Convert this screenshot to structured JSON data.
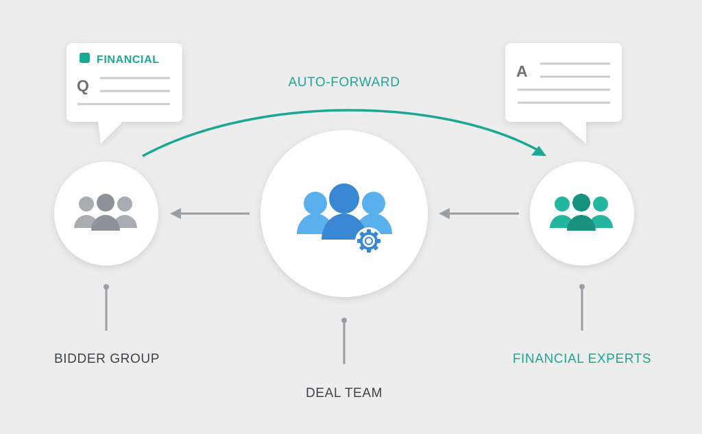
{
  "diagram": {
    "flow_label": "AUTO-FORWARD",
    "question_card": {
      "category_label": "FINANCIAL",
      "letter": "Q"
    },
    "answer_card": {
      "letter": "A"
    },
    "nodes": {
      "bidder_group": {
        "label": "BIDDER GROUP",
        "icon": "group-icon"
      },
      "deal_team": {
        "label": "DEAL TEAM",
        "icon": "group-settings-icon"
      },
      "financial_experts": {
        "label": "FINANCIAL EXPERTS",
        "icon": "group-icon"
      }
    },
    "colors": {
      "background": "#ededee",
      "teal": "#1aa893",
      "gray": "#8f9298",
      "blue": "#3a87d3",
      "text": "#3d4349"
    }
  }
}
